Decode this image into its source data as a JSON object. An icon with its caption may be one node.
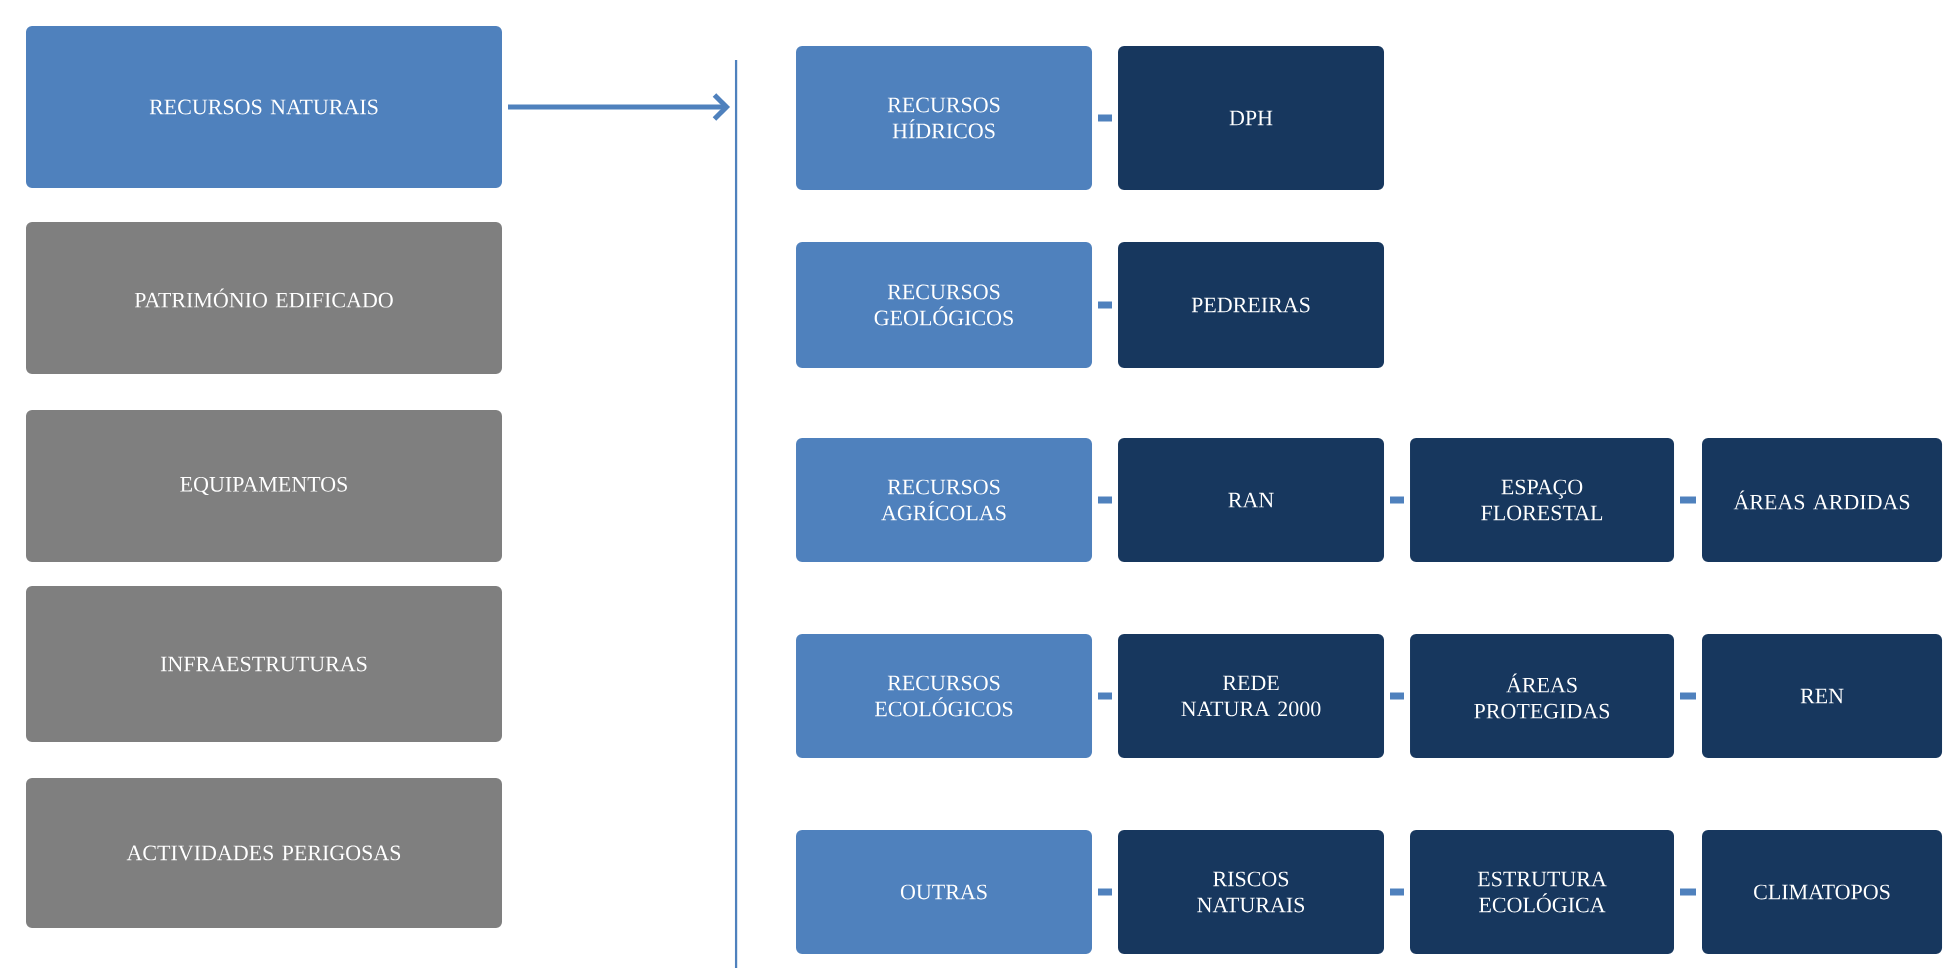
{
  "diagram": {
    "nodes": [
      {
        "text": [
          "RECURSOS NATURAIS"
        ]
      },
      {
        "text": [
          "PATRIMÓNIO EDIFICADO"
        ]
      },
      {
        "text": [
          "EQUIPAMENTOS"
        ]
      },
      {
        "text": [
          "INFRAESTRUTURAS"
        ]
      },
      {
        "text": [
          "ACTIVIDADES PERIGOSAS"
        ]
      },
      {
        "text": [
          "RECURSOS HÍDRICOS"
        ]
      },
      {
        "text": [
          "DPH"
        ]
      },
      {
        "text": [
          "RECURSOS GEOLÓGICOS"
        ]
      },
      {
        "text": [
          "PEDREIRAS"
        ]
      },
      {
        "text": [
          "RECURSOS AGRÍCOLAS"
        ]
      },
      {
        "text": [
          "RAN"
        ]
      },
      {
        "text": [
          "ESPAÇO FLORESTAL"
        ]
      },
      {
        "text": [
          "ÁREAS ARDIDAS"
        ]
      },
      {
        "text": [
          "RECURSOS ECOLÓGICOS"
        ]
      },
      {
        "text": [
          "REDE NATURA 2000"
        ]
      },
      {
        "text": [
          "ÁREAS PROTEGIDAS"
        ]
      },
      {
        "text": [
          "REN"
        ]
      },
      {
        "text": [
          "OUTRAS"
        ]
      },
      {
        "text": [
          "RISCOS NATURAIS"
        ]
      },
      {
        "text": [
          "ESTRUTURA ECOLÓGICA"
        ]
      },
      {
        "text": [
          "CLIMATOPOS"
        ]
      }
    ],
    "edges": [
      {
        "from": 0,
        "to": null,
        "arrow": "to"
      },
      {
        "from": 5,
        "to": 6,
        "arrow": "none"
      },
      {
        "from": 7,
        "to": 8,
        "arrow": "none"
      },
      {
        "from": 9,
        "to": 10,
        "arrow": "none"
      },
      {
        "from": 10,
        "to": 11,
        "arrow": "none"
      },
      {
        "from": 11,
        "to": 12,
        "arrow": "none"
      },
      {
        "from": 13,
        "to": 14,
        "arrow": "none"
      },
      {
        "from": 14,
        "to": 15,
        "arrow": "none"
      },
      {
        "from": 15,
        "to": 16,
        "arrow": "none"
      },
      {
        "from": 17,
        "to": 18,
        "arrow": "none"
      },
      {
        "from": 18,
        "to": 19,
        "arrow": "none"
      },
      {
        "from": 19,
        "to": 20,
        "arrow": "none"
      }
    ]
  }
}
